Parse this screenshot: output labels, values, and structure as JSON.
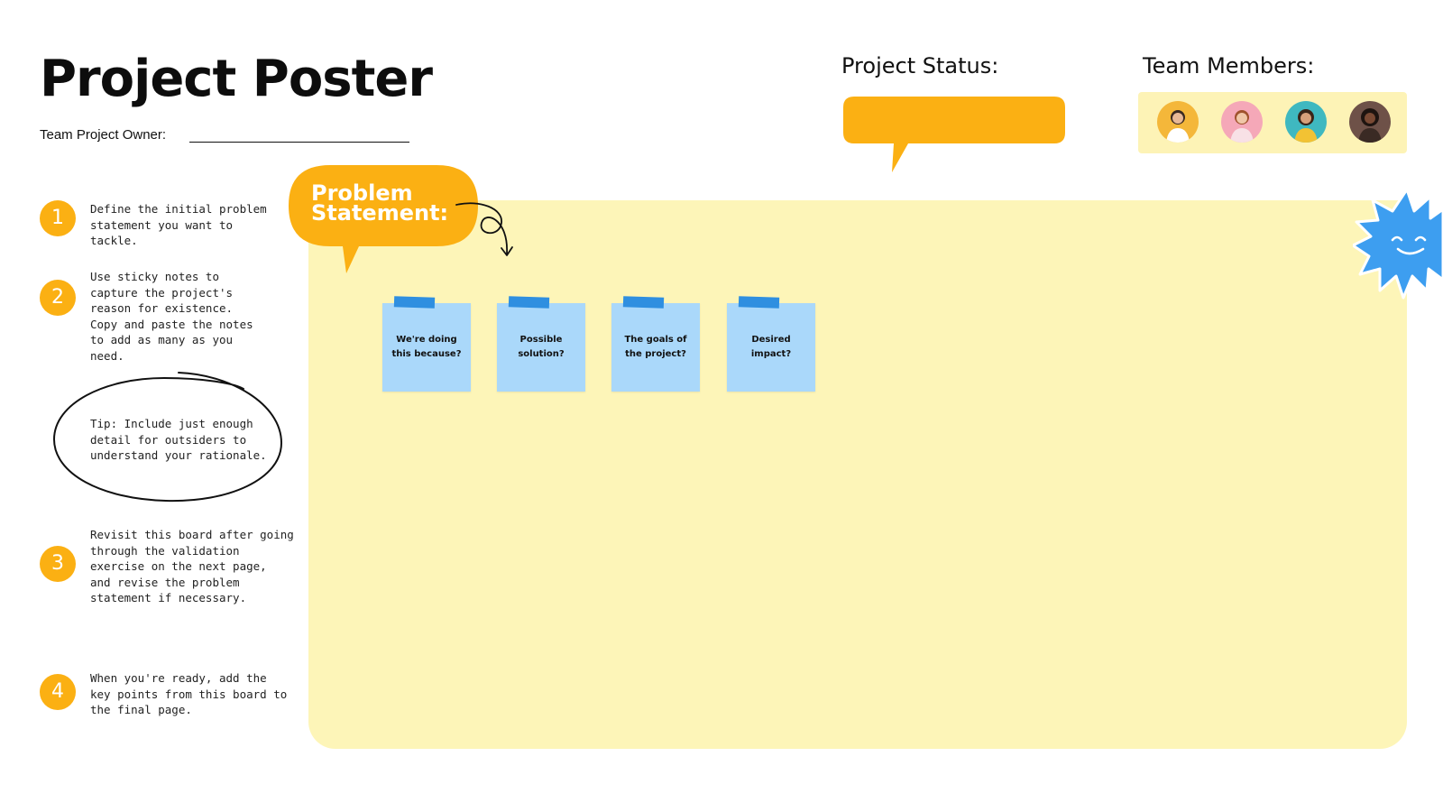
{
  "header": {
    "title": "Project Poster",
    "owner_label": "Team Project Owner:"
  },
  "status": {
    "label": "Project Status:",
    "bubble_color": "#fbb013"
  },
  "team": {
    "label": "Team Members:",
    "panel_color": "#fdf3b6",
    "avatars": [
      {
        "name": "avatar-1",
        "bg": "#f4b73a"
      },
      {
        "name": "avatar-2",
        "bg": "#f5a8b8"
      },
      {
        "name": "avatar-3",
        "bg": "#3fb8c0"
      },
      {
        "name": "avatar-4",
        "bg": "#6e5148"
      }
    ]
  },
  "board": {
    "problem_label_line1": "Problem",
    "problem_label_line2": "Statement:",
    "color": "#fdf5b8"
  },
  "steps": [
    {
      "number": "1",
      "text": "Define the initial problem\nstatement you want to\ntackle."
    },
    {
      "number": "2",
      "text": "Use sticky notes to\ncapture the project's\nreason for existence.\nCopy and paste the notes\nto add as many as you\nneed."
    },
    {
      "number": "3",
      "text": "Revisit this board after going\nthrough the validation\nexercise on the next page,\nand revise the problem\nstatement if necessary."
    },
    {
      "number": "4",
      "text": "When you're ready, add the\nkey points from this board to\nthe final page."
    }
  ],
  "tip": {
    "text": "Tip: Include just enough\ndetail for outsiders to\nunderstand your rationale."
  },
  "notes": [
    {
      "text": "We're doing this because?"
    },
    {
      "text": "Possible solution?"
    },
    {
      "text": "The goals of the project?"
    },
    {
      "text": "Desired impact?"
    }
  ],
  "colors": {
    "accent": "#fbb013",
    "note": "#aad8fa",
    "tape": "#2f8fe0",
    "sun": "#3d9ef0"
  }
}
